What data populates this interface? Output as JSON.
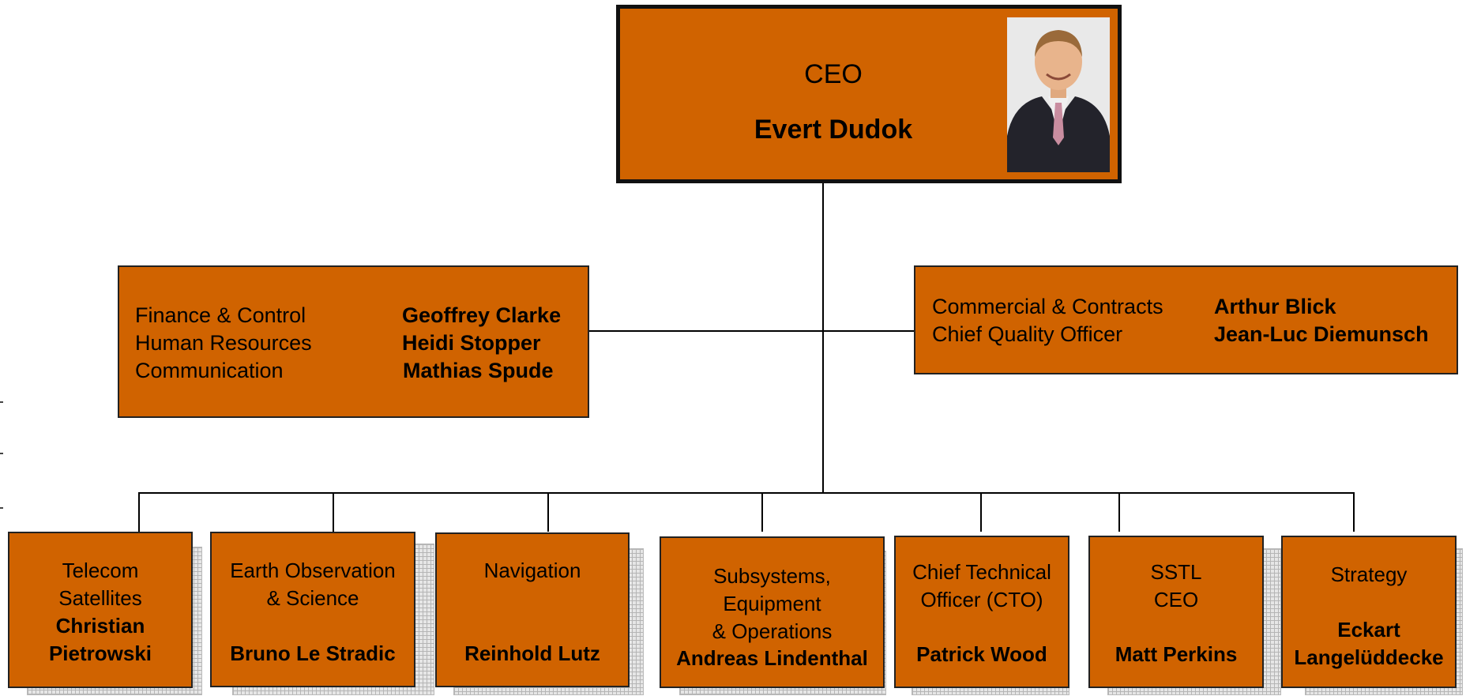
{
  "ceo": {
    "title": "CEO",
    "name": "Evert Dudok",
    "photo_icon": "portrait-photo"
  },
  "left_staff": [
    {
      "role": "Finance & Control",
      "name": "Geoffrey Clarke"
    },
    {
      "role": "Human Resources",
      "name": "Heidi Stopper"
    },
    {
      "role": "Communication",
      "name": "Mathias Spude"
    }
  ],
  "right_staff": [
    {
      "role": "Commercial & Contracts",
      "name": "Arthur Blick"
    },
    {
      "role": "Chief Quality Officer",
      "name": "Jean-Luc Diemunsch"
    }
  ],
  "units": [
    {
      "title_lines": [
        "Telecom",
        "Satellites"
      ],
      "name_lines": [
        "Christian",
        "Pietrowski"
      ]
    },
    {
      "title_lines": [
        "Earth Observation",
        "& Science"
      ],
      "name_lines": [
        "Bruno Le Stradic"
      ]
    },
    {
      "title_lines": [
        "Navigation"
      ],
      "name_lines": [
        "Reinhold Lutz"
      ]
    },
    {
      "title_lines": [
        "Subsystems,",
        "Equipment",
        "& Operations"
      ],
      "name_lines": [
        "Andreas Lindenthal"
      ]
    },
    {
      "title_lines": [
        "Chief Technical",
        "Officer (CTO)"
      ],
      "name_lines": [
        "Patrick Wood"
      ]
    },
    {
      "title_lines": [
        "SSTL",
        "CEO"
      ],
      "name_lines": [
        "Matt Perkins"
      ]
    },
    {
      "title_lines": [
        "Strategy"
      ],
      "name_lines": [
        "Eckart",
        "Langelüddecke"
      ]
    }
  ],
  "colors": {
    "box_fill": "#d06300",
    "connector": "#000000",
    "shadow_grid": "#b5b5b5"
  }
}
